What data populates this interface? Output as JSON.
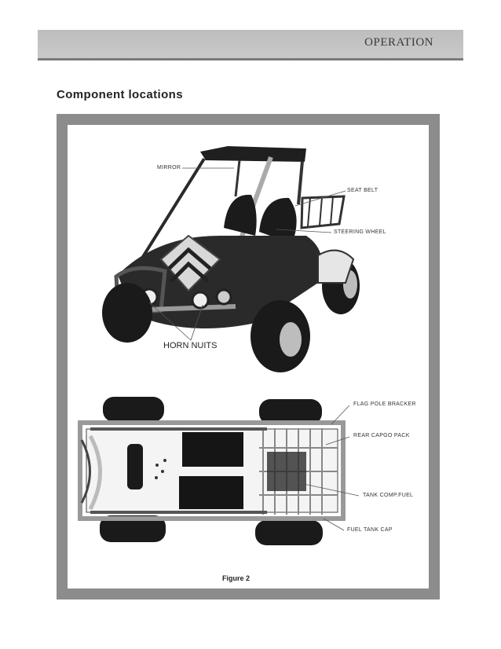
{
  "header": {
    "section": "OPERATION"
  },
  "page": {
    "title": "Component locations"
  },
  "figure": {
    "caption": "Figure 2",
    "labels": {
      "mirror": "MIRROR",
      "seat_belt": "SEAT BELT",
      "steering_wheel": "STEERING WHEEL",
      "horn_nuits": "HORN NUITS",
      "flag_pole": "FLAG POLE BRACKER",
      "rear_cargo": "REAR CAPGO PACK",
      "tank_comp": "TANK COMP.FUEL",
      "fuel_tank_cap": "FUEL TANK CAP"
    }
  }
}
